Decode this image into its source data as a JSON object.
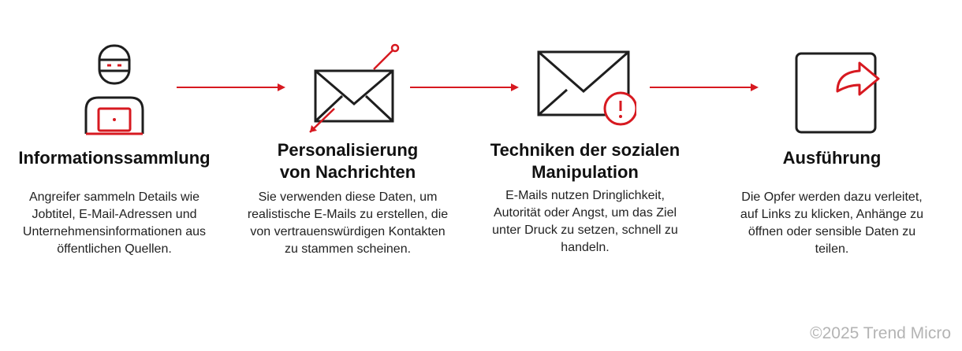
{
  "steps": [
    {
      "title": "Informationssammlung",
      "description": "Angreifer sammeln Details wie Jobtitel, E-Mail-Adressen und Unternehmensinformationen aus öffentlichen Quellen.",
      "icon": "hacker-laptop-icon"
    },
    {
      "title": "Personalisierung von Nachrichten",
      "description": "Sie verwenden diese Daten, um realistische E-Mails zu erstellen, die von vertrauenswürdigen Kontakten zu stammen scheinen.",
      "icon": "targeted-envelope-icon"
    },
    {
      "title": "Techniken der sozialen Manipulation",
      "description": "E-Mails nutzen Dringlichkeit, Autorität oder Angst, um das Ziel unter Druck zu setzen, schnell zu handeln.",
      "icon": "envelope-alert-icon"
    },
    {
      "title": "Ausführung",
      "description": "Die Opfer werden dazu verleitet, auf Links zu klicken, Anhänge zu öffnen oder sensible Daten zu teilen.",
      "icon": "share-arrow-icon"
    }
  ],
  "copyright": "©2025 Trend Micro",
  "colors": {
    "accent": "#d71920",
    "outline": "#1e1e1e",
    "text": "#1a1a1a",
    "muted": "#b4b4b4"
  }
}
